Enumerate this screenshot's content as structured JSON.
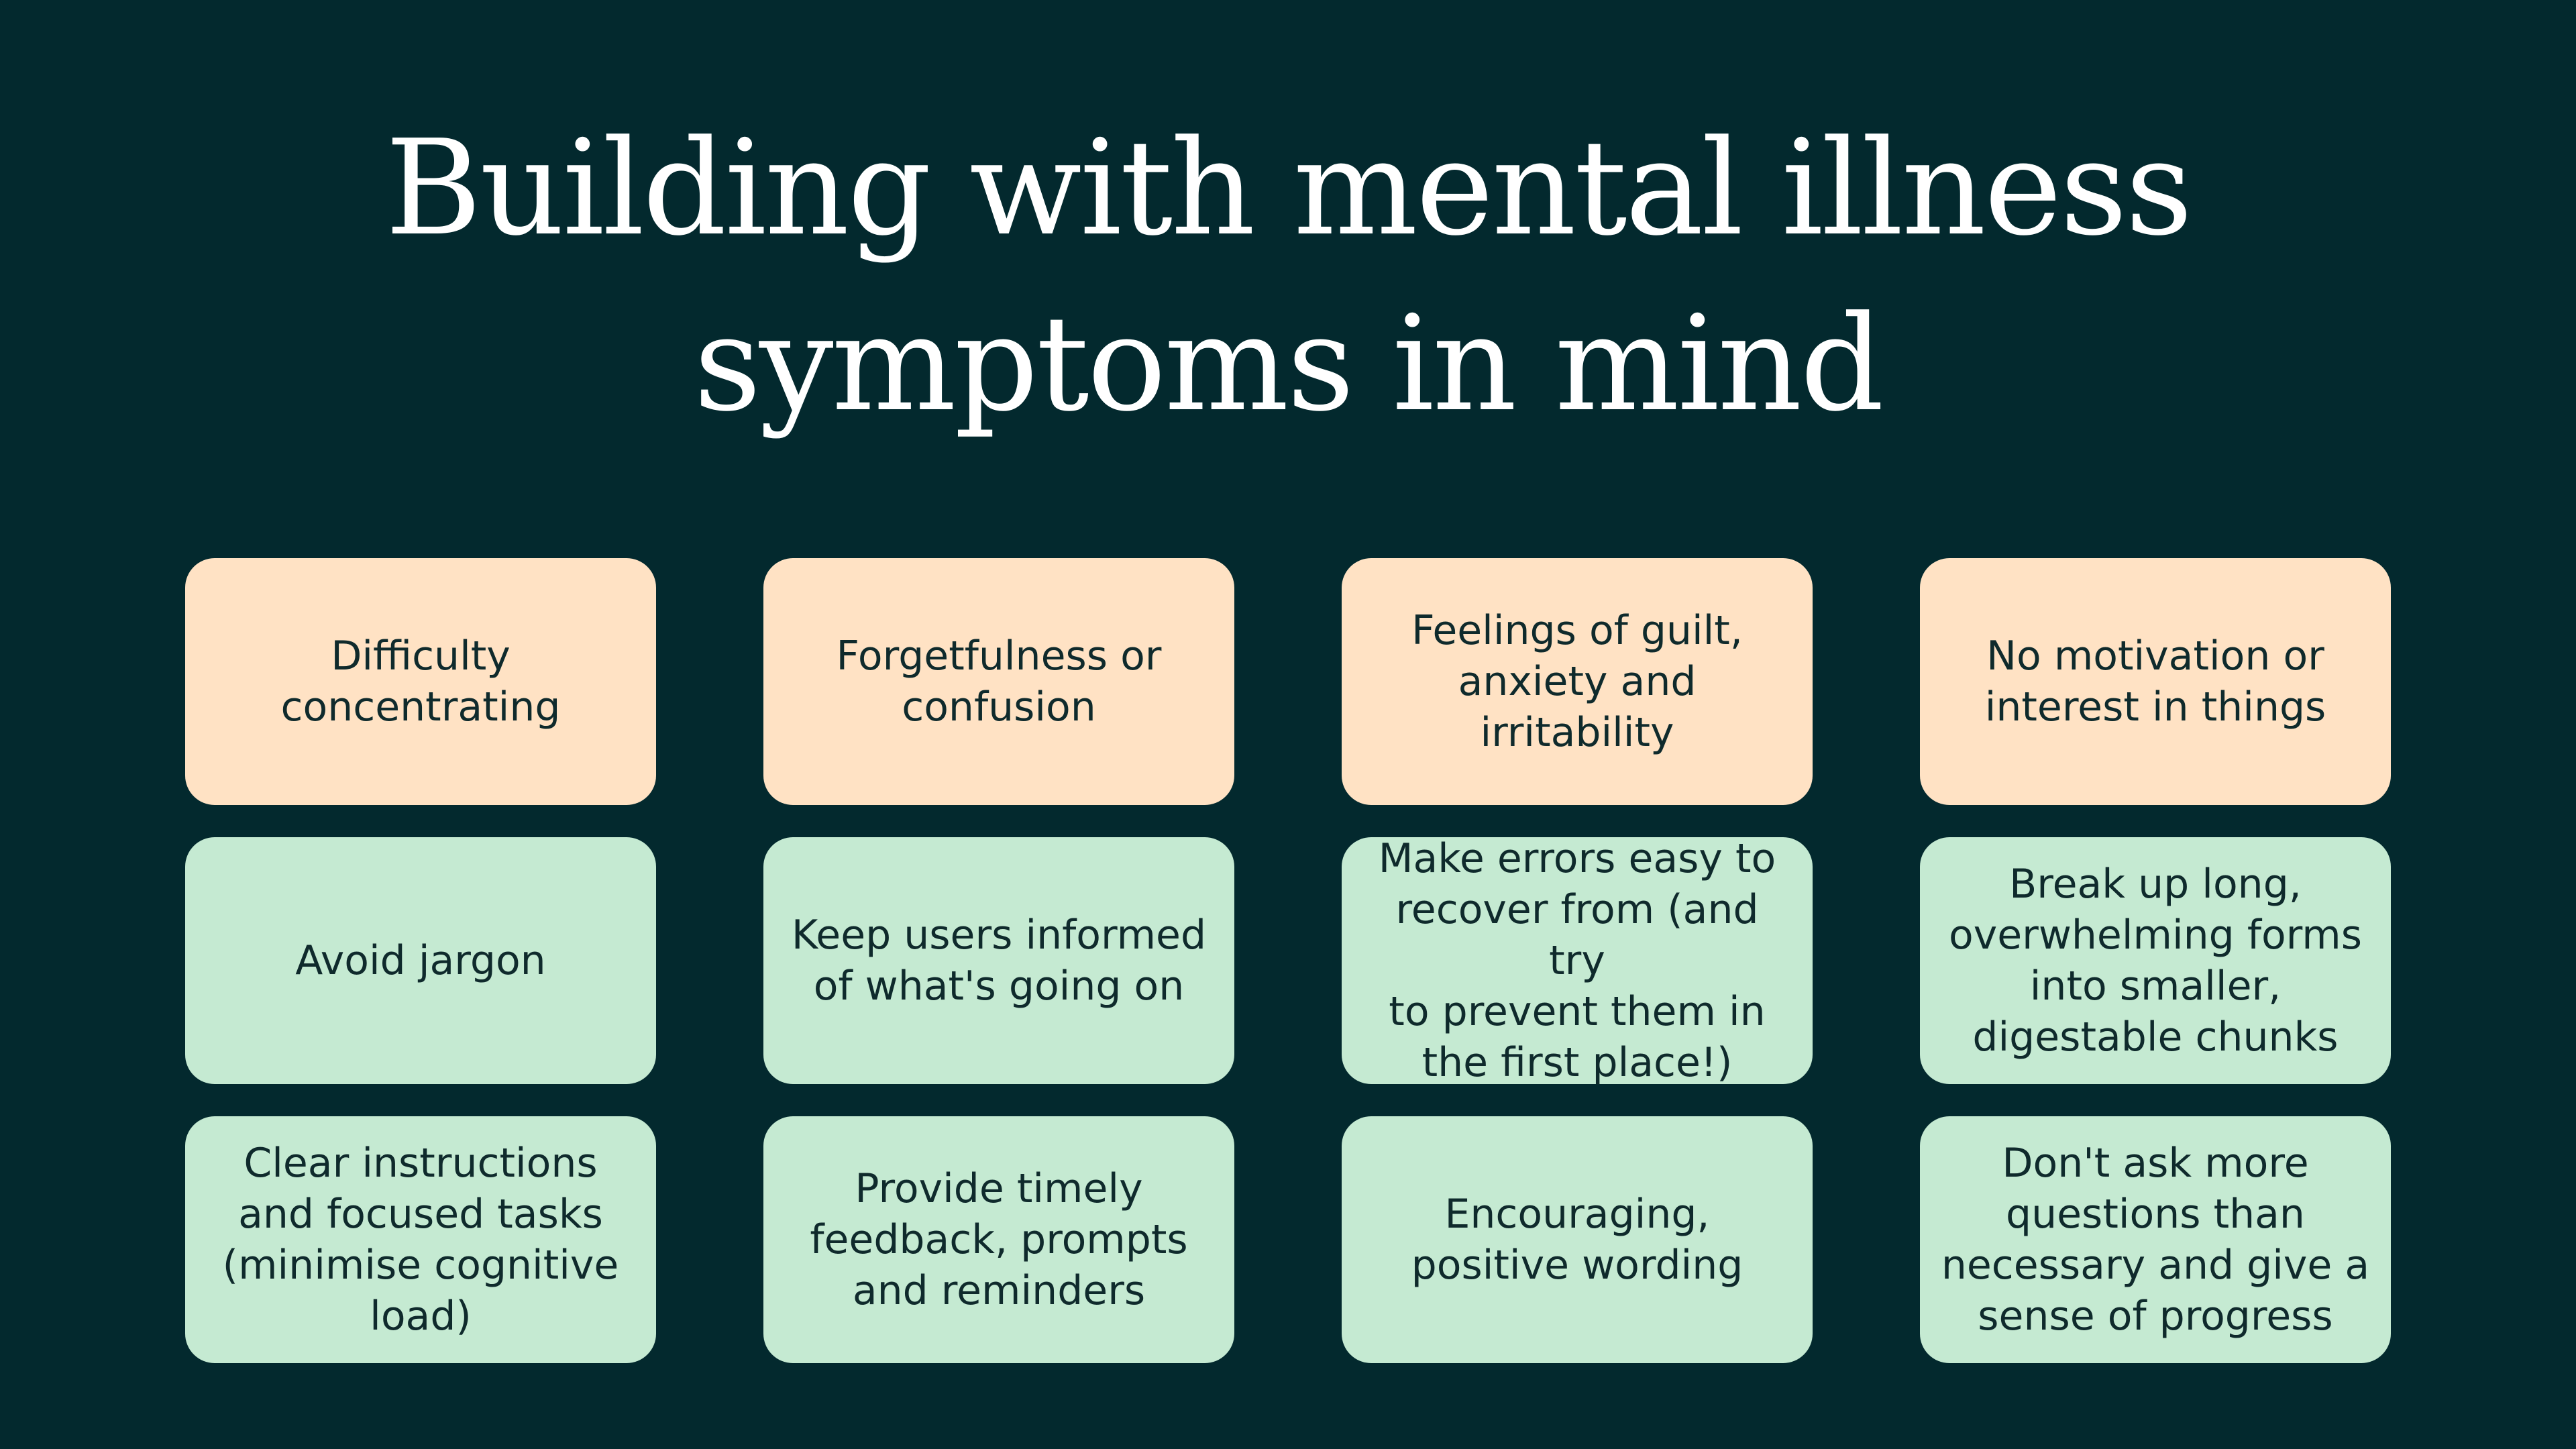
{
  "title": {
    "line1": "Building with mental illness",
    "line2": "symptoms in mind"
  },
  "colors": {
    "background": "#03292e",
    "symptom_card": "#ffe2c4",
    "tip_card": "#c5ead2",
    "card_text": "#0f2a2c",
    "title_text": "#ffffff"
  },
  "columns": [
    {
      "symptom": "Difficulty\nconcentrating",
      "tips": [
        "Avoid jargon",
        "Clear instructions\nand focused tasks\n(minimise cognitive\nload)"
      ]
    },
    {
      "symptom": "Forgetfulness or\nconfusion",
      "tips": [
        "Keep users informed\nof what's going on",
        "Provide timely\nfeedback, prompts\nand reminders"
      ]
    },
    {
      "symptom": "Feelings of guilt,\nanxiety and\nirritability",
      "tips": [
        "Make errors easy to\nrecover from (and try\nto prevent them in\nthe first place!)",
        "Encouraging,\npositive wording"
      ]
    },
    {
      "symptom": "No motivation or\ninterest in things",
      "tips": [
        "Break up long,\noverwhelming forms\ninto smaller,\ndigestable chunks",
        "Don't ask more\nquestions than\nnecessary and give a\nsense of progress"
      ]
    }
  ]
}
